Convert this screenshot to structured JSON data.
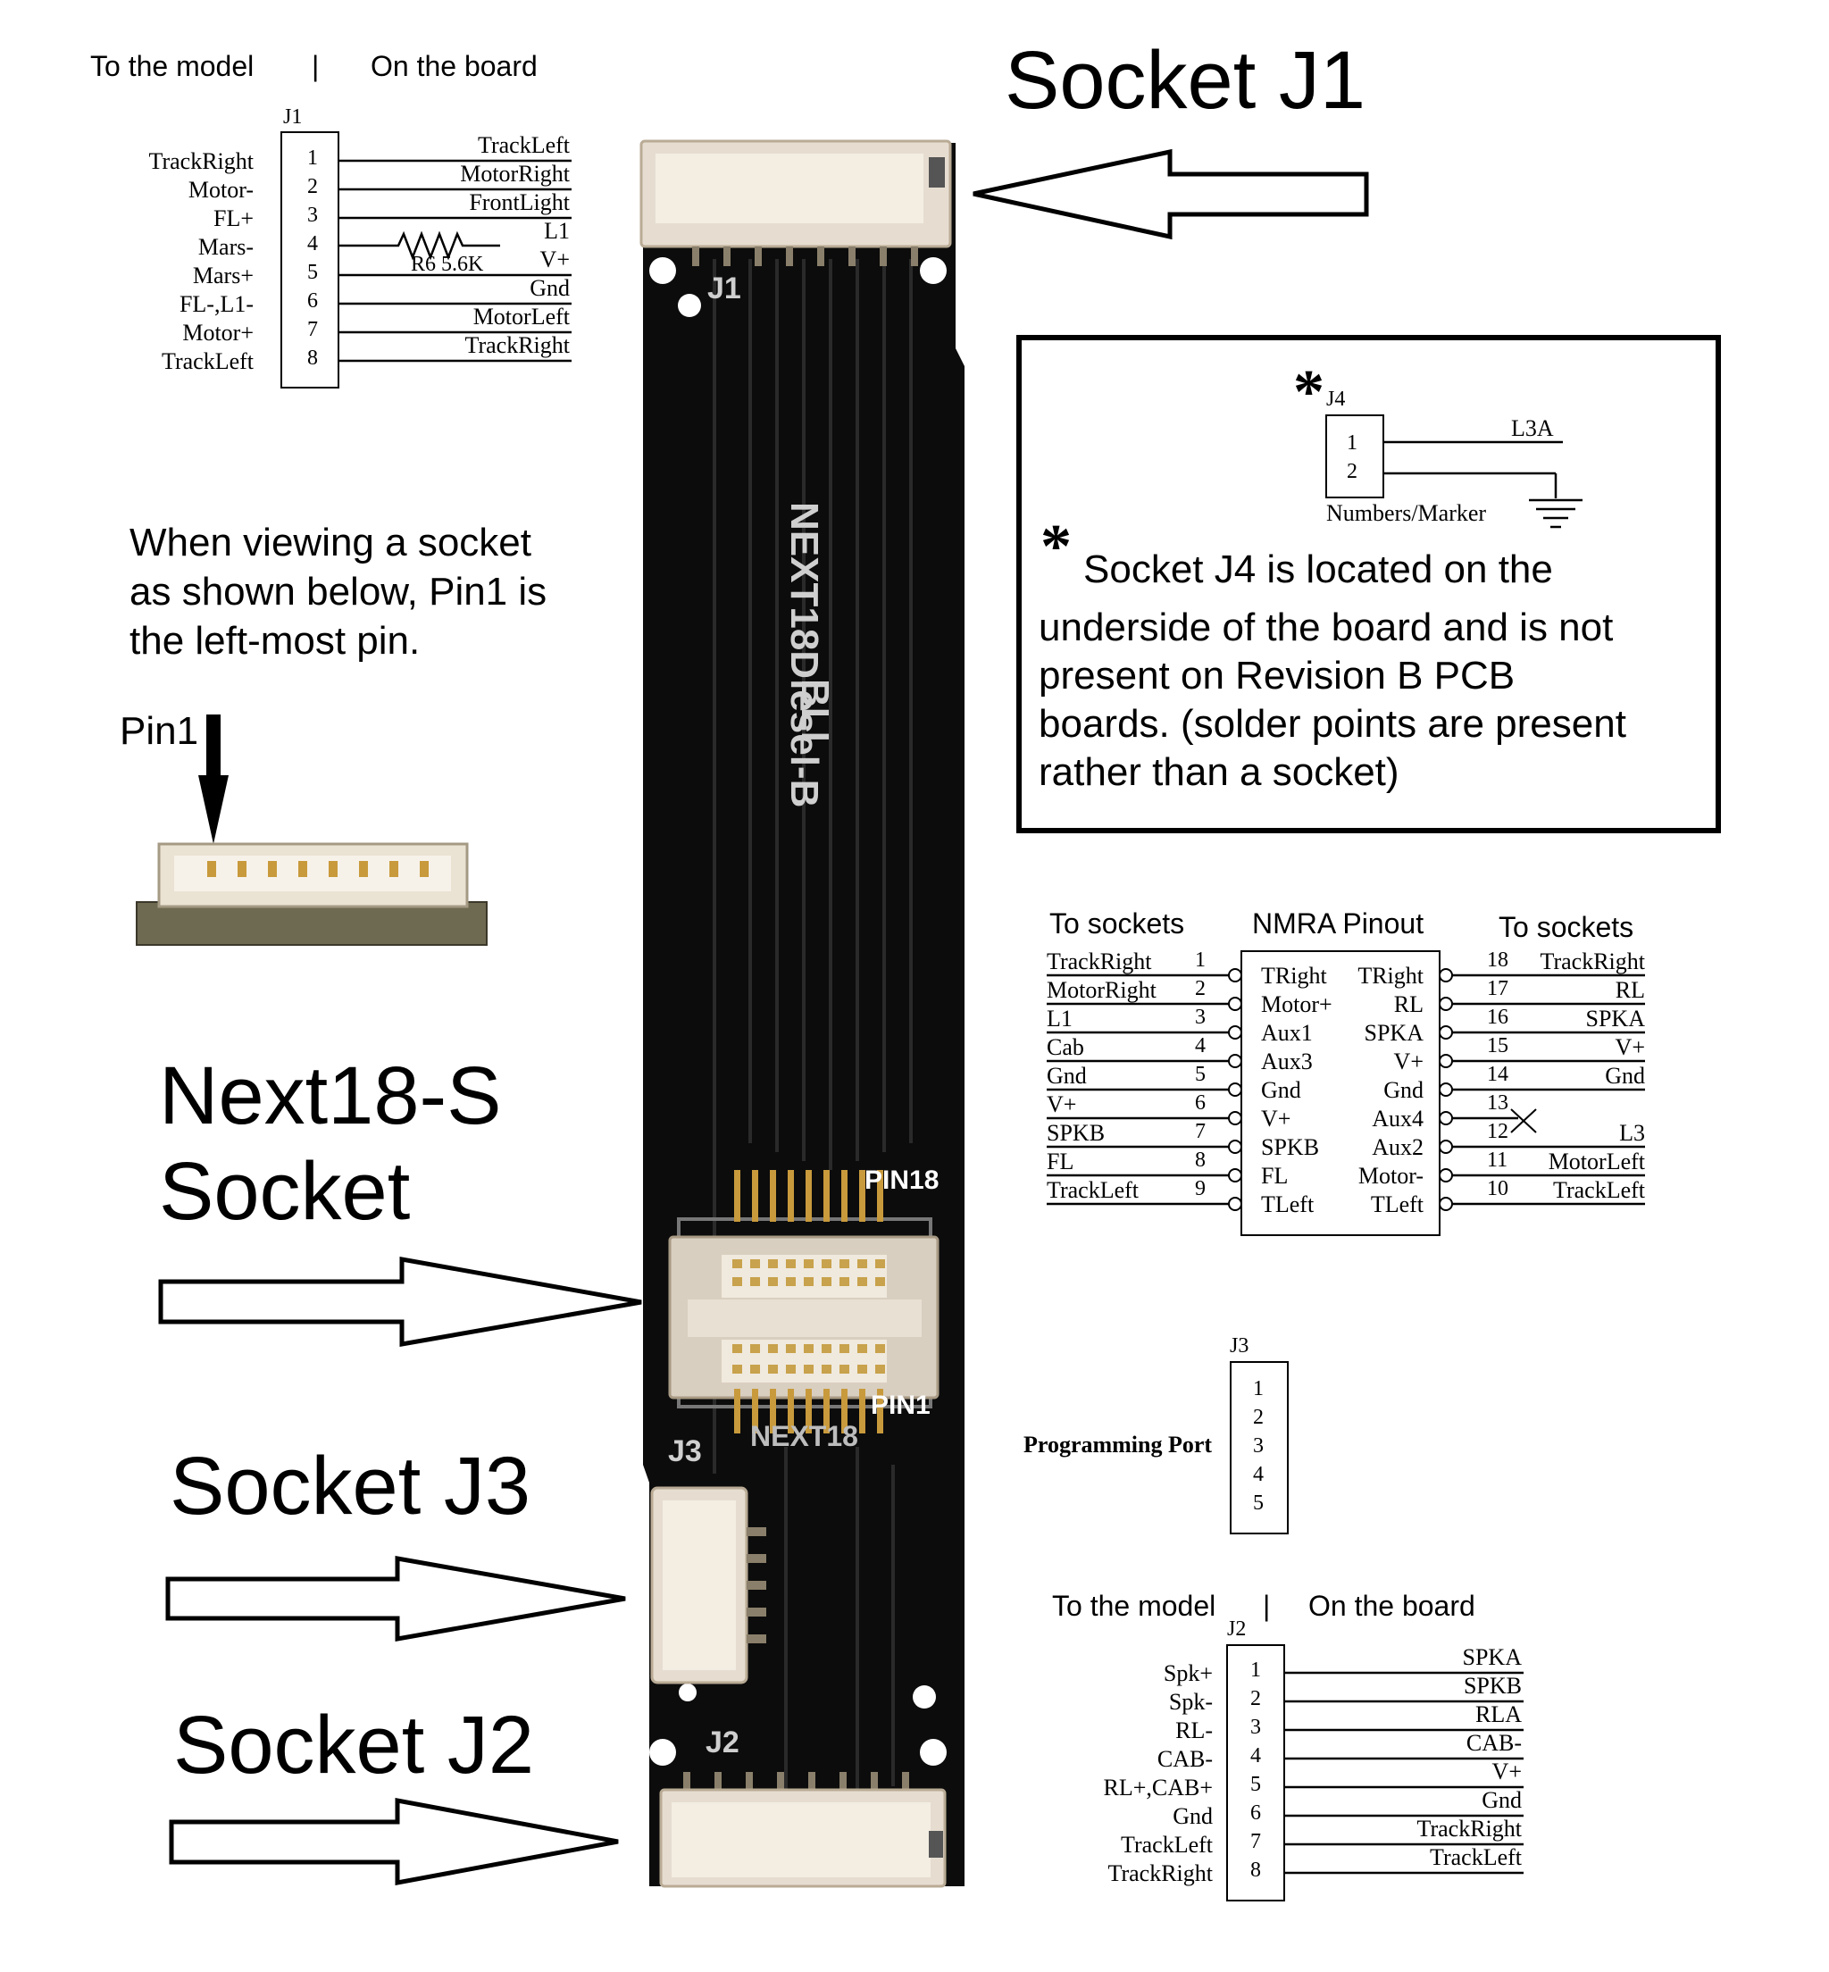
{
  "j1_section": {
    "header_left": "To the model",
    "header_sep": "|",
    "header_right": "On the board",
    "ref": "J1",
    "pins": [
      "1",
      "2",
      "3",
      "4",
      "5",
      "6",
      "7",
      "8"
    ],
    "model_labels": [
      "TrackRight",
      "Motor-",
      "FL+",
      "Mars-",
      "Mars+",
      "FL-,L1-",
      "Motor+",
      "TrackLeft"
    ],
    "board_labels": [
      "TrackLeft",
      "MotorRight",
      "FrontLight",
      "L1",
      "V+",
      "Gnd",
      "MotorLeft",
      "TrackRight"
    ],
    "resistor_label": "R6  5.6K"
  },
  "socket_j1_title": "Socket J1",
  "socket_j3_title": "Socket J3",
  "socket_j2_title": "Socket J2",
  "next18_title_line1": "Next18-S",
  "next18_title_line2": "Socket",
  "pin1_note": {
    "lines": [
      "When viewing a socket",
      "as shown below, Pin1 is",
      "the left-most pin."
    ],
    "pin1_label": "Pin1"
  },
  "j4_box": {
    "asterisk": "*",
    "ref": "J4",
    "pins": [
      "1",
      "2"
    ],
    "l3a_label": "L3A",
    "caption": "Numbers/Marker",
    "note_lines": [
      "Socket J4 is located on the",
      "underside of the board and is not",
      "present on Revision B PCB",
      "boards. (solder points are present",
      "rather than a socket)"
    ]
  },
  "pcb": {
    "silk_j1": "J1",
    "silk_j2": "J2",
    "silk_j3": "J3",
    "silk_bli": "BLI",
    "silk_model": "NEXT18Diesel-B",
    "silk_next18": "NEXT18",
    "pin18_label": "PIN18",
    "pin1_label": "PIN1"
  },
  "nmra": {
    "title": "NMRA Pinout",
    "left_header": "To sockets",
    "right_header": "To sockets",
    "left_rows": [
      {
        "socket": "TrackRight",
        "pin": "1",
        "chip": "TRight"
      },
      {
        "socket": "MotorRight",
        "pin": "2",
        "chip": "Motor+"
      },
      {
        "socket": "L1",
        "pin": "3",
        "chip": "Aux1"
      },
      {
        "socket": "Cab",
        "pin": "4",
        "chip": "Aux3"
      },
      {
        "socket": "Gnd",
        "pin": "5",
        "chip": "Gnd"
      },
      {
        "socket": "V+",
        "pin": "6",
        "chip": "V+"
      },
      {
        "socket": "SPKB",
        "pin": "7",
        "chip": "SPKB"
      },
      {
        "socket": "FL",
        "pin": "8",
        "chip": "FL"
      },
      {
        "socket": "TrackLeft",
        "pin": "9",
        "chip": "TLeft"
      }
    ],
    "right_rows": [
      {
        "chip": "TRight",
        "pin": "18",
        "socket": "TrackRight"
      },
      {
        "chip": "RL",
        "pin": "17",
        "socket": "RL"
      },
      {
        "chip": "SPKA",
        "pin": "16",
        "socket": "SPKA"
      },
      {
        "chip": "V+",
        "pin": "15",
        "socket": "V+"
      },
      {
        "chip": "Gnd",
        "pin": "14",
        "socket": "Gnd"
      },
      {
        "chip": "Aux4",
        "pin": "13",
        "socket": ""
      },
      {
        "chip": "Aux2",
        "pin": "12",
        "socket": "L3"
      },
      {
        "chip": "Motor-",
        "pin": "11",
        "socket": "MotorLeft"
      },
      {
        "chip": "TLeft",
        "pin": "10",
        "socket": "TrackLeft"
      }
    ]
  },
  "j3_section": {
    "ref": "J3",
    "label": "Programming Port",
    "pins": [
      "1",
      "2",
      "3",
      "4",
      "5"
    ]
  },
  "j2_section": {
    "header_left": "To the model",
    "header_sep": "|",
    "header_right": "On the board",
    "ref": "J2",
    "pins": [
      "1",
      "2",
      "3",
      "4",
      "5",
      "6",
      "7",
      "8"
    ],
    "model_labels": [
      "Spk+",
      "Spk-",
      "RL-",
      "CAB-",
      "RL+,CAB+",
      "Gnd",
      "TrackLeft",
      "TrackRight"
    ],
    "board_labels": [
      "SPKA",
      "SPKB",
      "RLA",
      "CAB-",
      "V+",
      "Gnd",
      "TrackRight",
      "TrackLeft"
    ]
  }
}
